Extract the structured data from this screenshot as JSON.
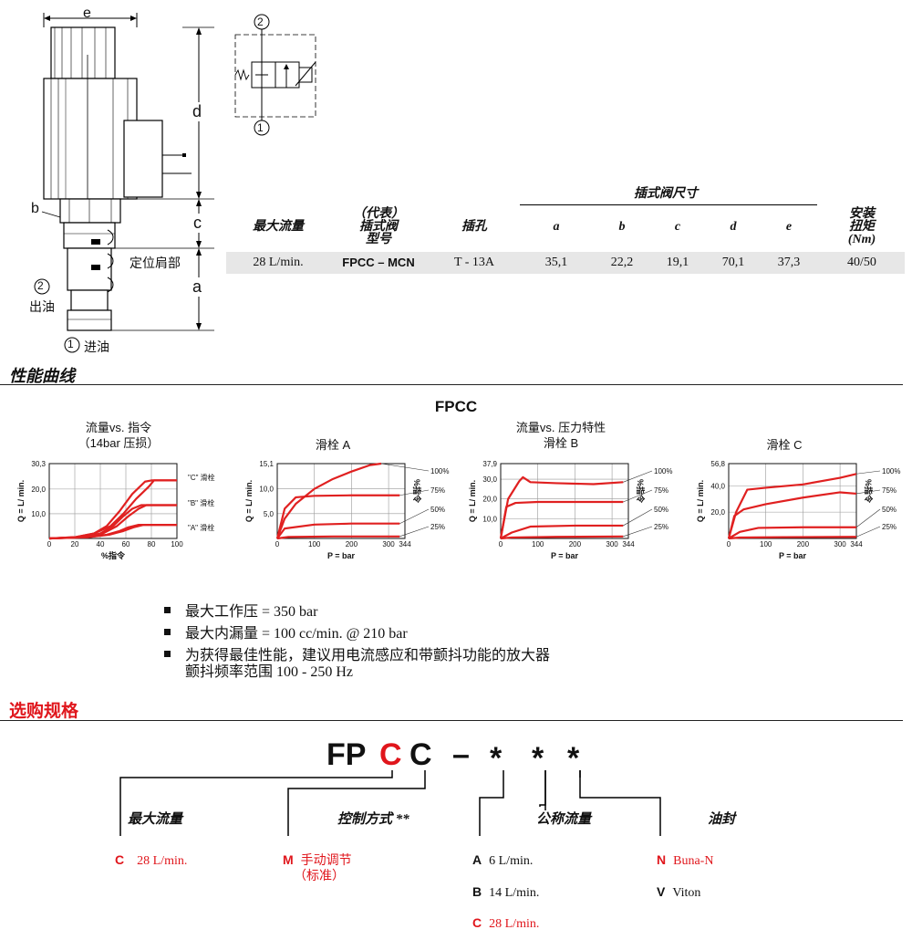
{
  "drawing": {
    "dim_e": "e",
    "dim_d": "d",
    "dim_c": "c",
    "dim_a": "a",
    "dim_b": "b",
    "locating_shoulder": "定位肩部",
    "port2_num": "2",
    "port2_label": "出油",
    "port1_num": "1",
    "port1_label": "进油"
  },
  "symbol": {
    "port_top": "2",
    "port_bottom": "1"
  },
  "table": {
    "group_header": "插式阀尺寸",
    "headers": {
      "max_flow": "最大流量",
      "model_l1": "（代表）",
      "model_l2": "插式阀",
      "model_l3": "型号",
      "cavity": "插孔",
      "a": "a",
      "b": "b",
      "c": "c",
      "d": "d",
      "e": "e",
      "torque_l1": "安装",
      "torque_l2": "扭矩",
      "torque_l3": "(Nm)"
    },
    "row": {
      "max_flow": "28 L/min.",
      "model": "FPCC – MCN",
      "cavity": "T - 13A",
      "a": "35,1",
      "b": "22,2",
      "c": "19,1",
      "d": "70,1",
      "e": "37,3",
      "torque": "40/50"
    }
  },
  "performance": {
    "section_title": "性能曲线",
    "model_title": "FPCC"
  },
  "chart_data": [
    {
      "type": "line",
      "title": "流量vs. 指令",
      "subtitle": "（14bar  压损）",
      "xlabel": "%指令",
      "ylabel": "Q = L/  min.",
      "xlim": [
        0,
        100
      ],
      "ylim": [
        0,
        30.3
      ],
      "xticks": [
        "0",
        "20",
        "40",
        "60",
        "80",
        "100"
      ],
      "yticks": [
        "10,0",
        "20,0",
        "30,3"
      ],
      "grid": true,
      "series": [
        {
          "name": "\"C\" 滑栓",
          "x": [
            0,
            20,
            35,
            45,
            55,
            65,
            75,
            80,
            100
          ],
          "y": [
            0,
            0.5,
            2,
            5,
            11,
            18,
            23,
            23.5,
            23.5
          ]
        },
        {
          "name": "\"C\" 滑栓",
          "x": [
            0,
            20,
            35,
            48,
            58,
            68,
            78,
            82,
            100
          ],
          "y": [
            0,
            0.5,
            2,
            5,
            10,
            16,
            21,
            23.5,
            23.5
          ]
        },
        {
          "name": "\"B\" 滑栓",
          "x": [
            0,
            25,
            40,
            50,
            58,
            65,
            72,
            100
          ],
          "y": [
            0,
            0.5,
            2,
            5,
            9,
            12,
            13.5,
            13.5
          ]
        },
        {
          "name": "\"B\" 滑栓",
          "x": [
            0,
            25,
            42,
            53,
            62,
            70,
            76,
            100
          ],
          "y": [
            0,
            0.5,
            2,
            5,
            9,
            12,
            13.5,
            13.5
          ]
        },
        {
          "name": "\"A\" 滑栓",
          "x": [
            0,
            30,
            45,
            55,
            62,
            70,
            100
          ],
          "y": [
            0,
            0.5,
            1.5,
            3,
            4.5,
            5.5,
            5.5
          ]
        },
        {
          "name": "\"A\" 滑栓",
          "x": [
            0,
            30,
            47,
            58,
            66,
            74,
            100
          ],
          "y": [
            0,
            0.5,
            1.5,
            3,
            4.5,
            5.5,
            5.5
          ]
        }
      ],
      "legend": [
        "\"C\" 滑栓",
        "\"B\" 滑栓",
        "\"A\" 滑栓"
      ]
    },
    {
      "type": "line",
      "title": "滑栓 A",
      "xlabel": "P =    bar",
      "ylabel": "Q = L/  min.",
      "right_label": "%指令",
      "xlim": [
        0,
        344
      ],
      "ylim": [
        0,
        15.1
      ],
      "xticks": [
        "0",
        "100",
        "200",
        "300",
        "344"
      ],
      "yticks": [
        "5,0",
        "10,0",
        "15,1"
      ],
      "grid": true,
      "series": [
        {
          "name": "100%",
          "x": [
            0,
            20,
            50,
            100,
            150,
            200,
            250,
            280
          ],
          "y": [
            0,
            4,
            7,
            10,
            12,
            13.5,
            14.8,
            15.1
          ]
        },
        {
          "name": "75%",
          "x": [
            0,
            20,
            50,
            100,
            200,
            300,
            330
          ],
          "y": [
            0,
            6,
            8.3,
            8.6,
            8.7,
            8.7,
            8.7
          ]
        },
        {
          "name": "50%",
          "x": [
            0,
            20,
            100,
            200,
            300,
            330
          ],
          "y": [
            0,
            2,
            2.8,
            3.0,
            3.0,
            3.0
          ]
        },
        {
          "name": "25%",
          "x": [
            0,
            30,
            150,
            330
          ],
          "y": [
            0,
            0.3,
            0.4,
            0.4
          ]
        }
      ]
    },
    {
      "type": "line",
      "title": "流量vs. 压力特性",
      "subtitle": "滑栓 B",
      "xlabel": "P =    bar",
      "ylabel": "Q = L/  min.",
      "right_label": "%指令",
      "xlim": [
        0,
        344
      ],
      "ylim": [
        0,
        37.9
      ],
      "xticks": [
        "0",
        "100",
        "200",
        "300",
        "344"
      ],
      "yticks": [
        "10,0",
        "20,0",
        "30,0",
        "37,9"
      ],
      "grid": true,
      "series": [
        {
          "name": "100%",
          "x": [
            0,
            20,
            50,
            60,
            80,
            150,
            250,
            330
          ],
          "y": [
            0,
            20,
            29,
            31,
            28.5,
            28,
            27.5,
            28.5
          ]
        },
        {
          "name": "75%",
          "x": [
            0,
            15,
            40,
            100,
            200,
            330
          ],
          "y": [
            0,
            16,
            18,
            18.5,
            18.5,
            18.5
          ]
        },
        {
          "name": "50%",
          "x": [
            0,
            30,
            80,
            200,
            330
          ],
          "y": [
            0,
            3,
            6,
            6.5,
            6.5
          ]
        },
        {
          "name": "25%",
          "x": [
            0,
            30,
            150,
            330
          ],
          "y": [
            0,
            0.5,
            0.8,
            1
          ]
        }
      ]
    },
    {
      "type": "line",
      "title": "滑栓 C",
      "xlabel": "P =    bar",
      "ylabel": "Q = L/  min.",
      "right_label": "%指令",
      "xlim": [
        0,
        344
      ],
      "ylim": [
        0,
        56.8
      ],
      "xticks": [
        "0",
        "100",
        "200",
        "300",
        "344"
      ],
      "yticks": [
        "20,0",
        "40,0",
        "56,8"
      ],
      "grid": true,
      "series": [
        {
          "name": "100%",
          "x": [
            0,
            20,
            50,
            100,
            200,
            300,
            350
          ],
          "y": [
            0,
            20,
            37,
            38.5,
            41,
            46,
            49
          ]
        },
        {
          "name": "75%",
          "x": [
            0,
            15,
            40,
            100,
            200,
            300,
            350
          ],
          "y": [
            0,
            17,
            22,
            26,
            31,
            35,
            34
          ]
        },
        {
          "name": "50%",
          "x": [
            0,
            30,
            80,
            200,
            300,
            350
          ],
          "y": [
            0,
            5,
            8,
            8.5,
            8.5,
            8.5
          ]
        },
        {
          "name": "25%",
          "x": [
            0,
            30,
            150,
            350
          ],
          "y": [
            0,
            0.7,
            1,
            1.2
          ]
        }
      ]
    }
  ],
  "bullets": [
    "最大工作压 = 350 bar",
    "最大内漏量 = 100 cc/min. @  210 bar",
    "为获得最佳性能，建议用电流感应和带颤抖功能的放大器"
  ],
  "bullet_continuation": "颤抖频率范围 100 - 250 Hz",
  "ordering": {
    "section_title": "选购规格",
    "code": [
      "FP",
      "C",
      "C",
      "–",
      "*",
      "*",
      "*"
    ],
    "groups": {
      "max_flow": "最大流量",
      "control": "控制方式 **",
      "nominal_flow": "公称流量",
      "seal": "油封"
    },
    "max_flow_opts": [
      {
        "key": "C",
        "value": "28 L/min."
      }
    ],
    "control_opts": [
      {
        "key": "M",
        "value": "手动调节",
        "note": "（标准）"
      }
    ],
    "nominal_flow_opts": [
      {
        "key": "A",
        "value": "6 L/min."
      },
      {
        "key": "B",
        "value": "14 L/min."
      },
      {
        "key": "C",
        "value": "28 L/min."
      }
    ],
    "seal_opts": [
      {
        "key": "N",
        "value": "Buna-N"
      },
      {
        "key": "V",
        "value": "Viton"
      }
    ]
  },
  "colors": {
    "accent_red": "#e0161c",
    "curve_red": "#e02020",
    "table_row_bg": "#e7e7e7"
  }
}
